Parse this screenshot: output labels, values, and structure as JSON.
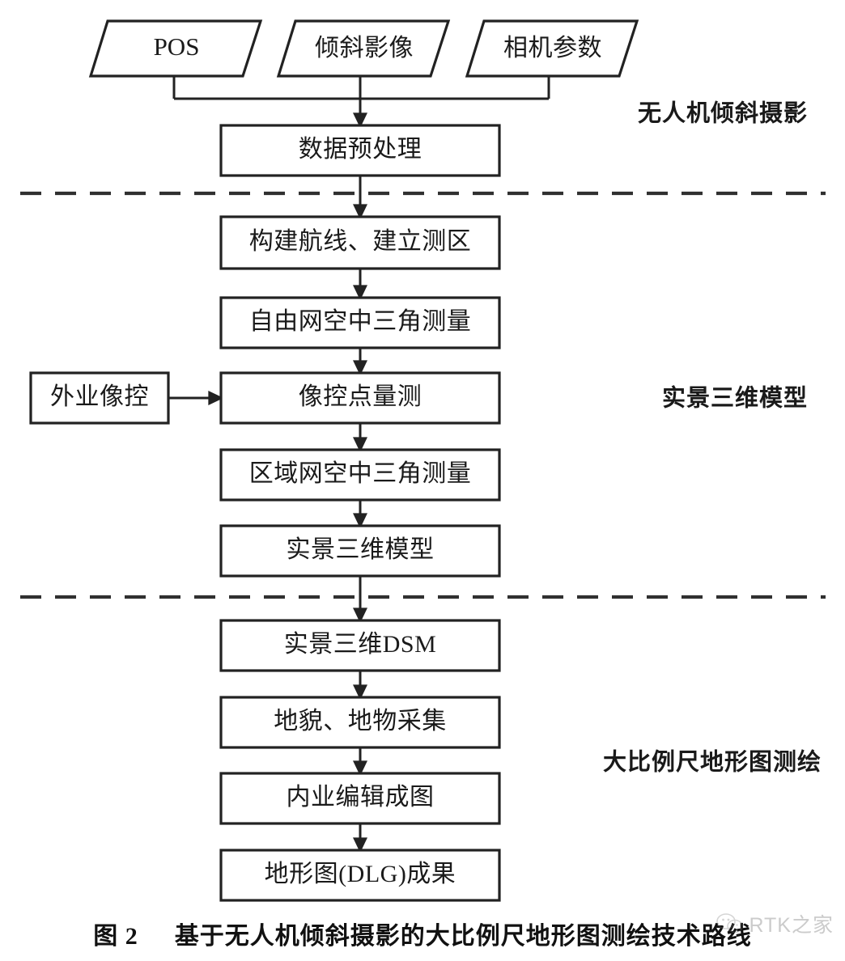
{
  "figure": {
    "caption_number": "图 2",
    "caption_text": "基于无人机倾斜摄影的大比例尺地形图测绘技术路线",
    "line_color": "#222222",
    "box_fill": "#ffffff",
    "text_color": "#1a1a1a",
    "divider_color": "#303030"
  },
  "inputs": [
    {
      "label": "POS",
      "latin": true
    },
    {
      "label": "倾斜影像",
      "latin": false
    },
    {
      "label": "相机参数",
      "latin": false
    }
  ],
  "stages": [
    {
      "label": "无人机倾斜摄影"
    },
    {
      "label": "实景三维模型"
    },
    {
      "label": "大比例尺地形图测绘"
    }
  ],
  "nodes": [
    {
      "id": "preprocess",
      "label": "数据预处理",
      "latin": false
    },
    {
      "id": "route",
      "label": "构建航线、建立测区",
      "latin": false
    },
    {
      "id": "freenet-at",
      "label": "自由网空中三角测量",
      "latin": false
    },
    {
      "id": "gcp-measure",
      "label": "像控点量测",
      "latin": false
    },
    {
      "id": "blocknet-at",
      "label": "区域网空中三角测量",
      "latin": false
    },
    {
      "id": "mesh-model",
      "label": "实景三维模型",
      "latin": false
    },
    {
      "id": "dsm",
      "label": "实景三维DSM",
      "latin": false
    },
    {
      "id": "collect",
      "label": "地貌、地物采集",
      "latin": false
    },
    {
      "id": "indoor-edit",
      "label": "内业编辑成图",
      "latin": false
    },
    {
      "id": "dlg-result",
      "label": "地形图(DLG)成果",
      "latin": false
    }
  ],
  "side_node": {
    "id": "field-gcp",
    "label": "外业像控"
  },
  "watermark": {
    "text": "RTK之家"
  }
}
